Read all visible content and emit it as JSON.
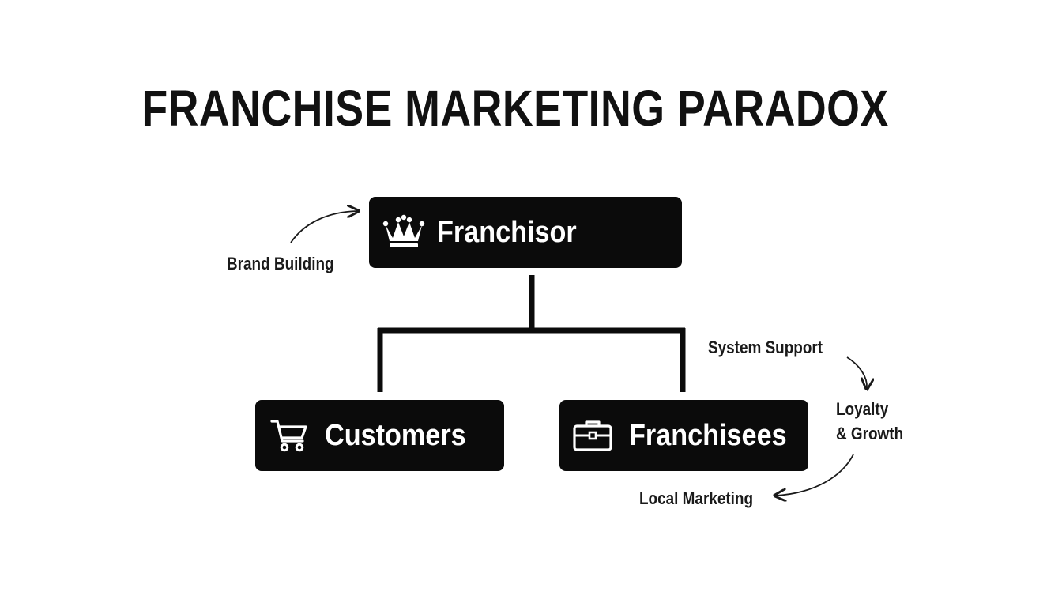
{
  "title": "FRANCHISE MARKETING PARADOX",
  "nodes": {
    "franchisor": {
      "label": "Franchisor",
      "icon": "crown-icon"
    },
    "customers": {
      "label": "Customers",
      "icon": "shopping-cart-icon"
    },
    "franchisees": {
      "label": "Franchisees",
      "icon": "briefcase-icon"
    }
  },
  "annotations": {
    "brand_building": "Brand Building",
    "system_support": "System Support",
    "loyalty_growth": [
      "Loyalty",
      "& Growth"
    ],
    "local_marketing": "Local Marketing"
  },
  "colors": {
    "node_fill": "#0b0b0b",
    "node_text": "#ffffff",
    "ink": "#111111",
    "background": "#ffffff"
  }
}
